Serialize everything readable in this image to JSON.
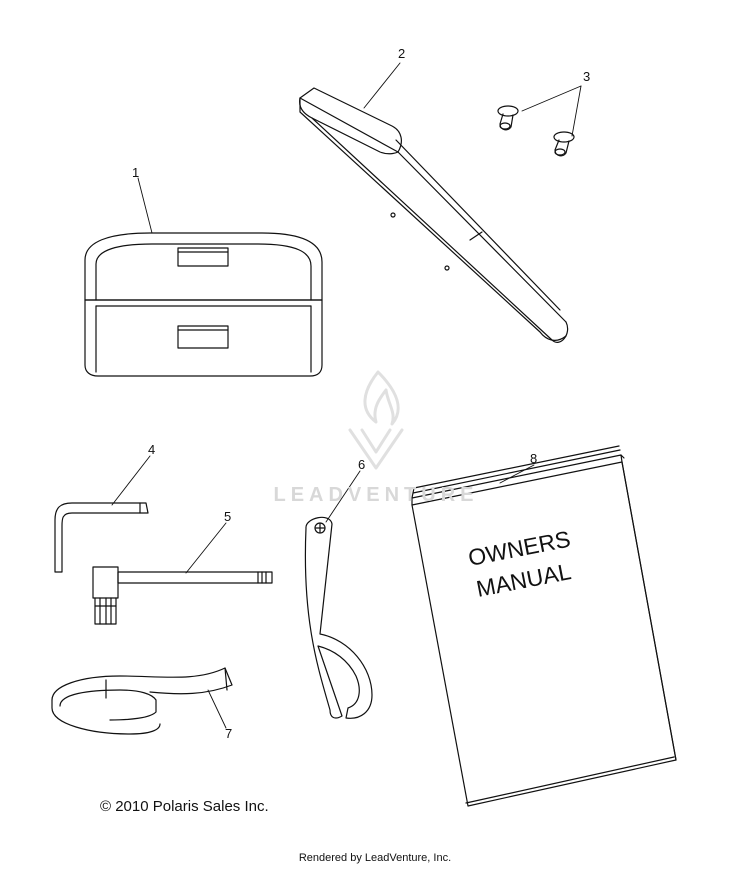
{
  "callouts": [
    {
      "id": "1",
      "label": "1"
    },
    {
      "id": "2",
      "label": "2"
    },
    {
      "id": "3",
      "label": "3"
    },
    {
      "id": "4",
      "label": "4"
    },
    {
      "id": "5",
      "label": "5"
    },
    {
      "id": "6",
      "label": "6"
    },
    {
      "id": "7",
      "label": "7"
    },
    {
      "id": "8",
      "label": "8"
    }
  ],
  "manual": {
    "line1": "OWNERS",
    "line2": "MANUAL"
  },
  "watermark": {
    "text": "LEADVENTURE"
  },
  "footer": {
    "copyright": "© 2010 Polaris Sales Inc.",
    "rendered_by": "Rendered by LeadVenture, Inc."
  },
  "colors": {
    "line": "#111111",
    "watermark": "#d8d8d8"
  }
}
